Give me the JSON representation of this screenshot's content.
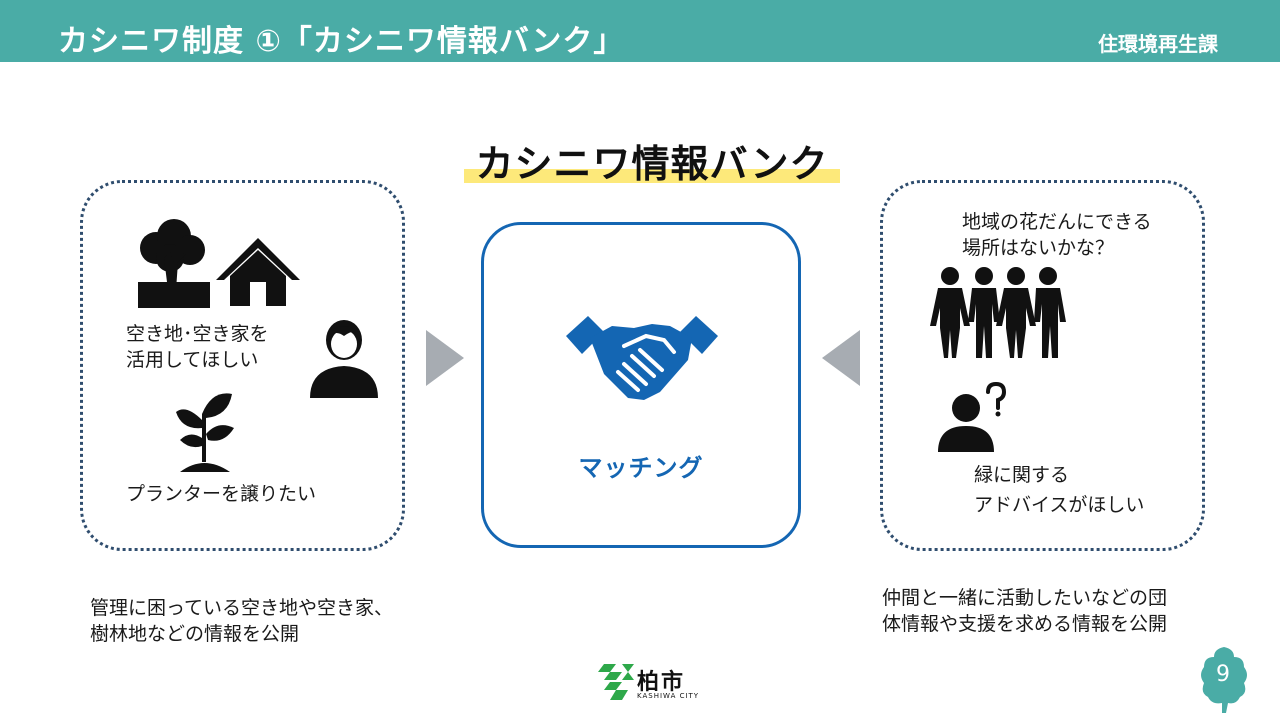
{
  "header": {
    "title": "カシニワ制度 ①「カシニワ情報バンク」",
    "department": "住環境再生課"
  },
  "main": {
    "title": "カシニワ情報バンク",
    "matching_label": "マッチング"
  },
  "left_panel": {
    "caption_land_house": [
      "空き地･空き家を",
      "活用してほしい"
    ],
    "caption_planter": "プランターを譲りたい",
    "description": [
      "管理に困っている空き地や空き家、",
      "樹林地などの情報を公開"
    ],
    "icons": [
      "tree-icon",
      "house-icon",
      "person-icon",
      "sprout-icon"
    ]
  },
  "right_panel": {
    "caption_space": [
      "地域の花だんにできる",
      "場所はないかな？"
    ],
    "caption_advice": [
      "緑に関する",
      "アドバイスがほしい"
    ],
    "description": [
      "仲間と一緒に活動したいなどの団",
      "体情報や支援を求める情報を公開"
    ],
    "icons": [
      "group-icon",
      "question-person-icon"
    ]
  },
  "footer": {
    "logo_text": "柏市",
    "logo_sub": "KASHIWA CITY",
    "page_number": "9"
  },
  "colors": {
    "header_bg": "#4aaca6",
    "accent_blue": "#1466b3",
    "highlight_yellow": "#fde97a",
    "logo_green": "#2ea84a"
  }
}
